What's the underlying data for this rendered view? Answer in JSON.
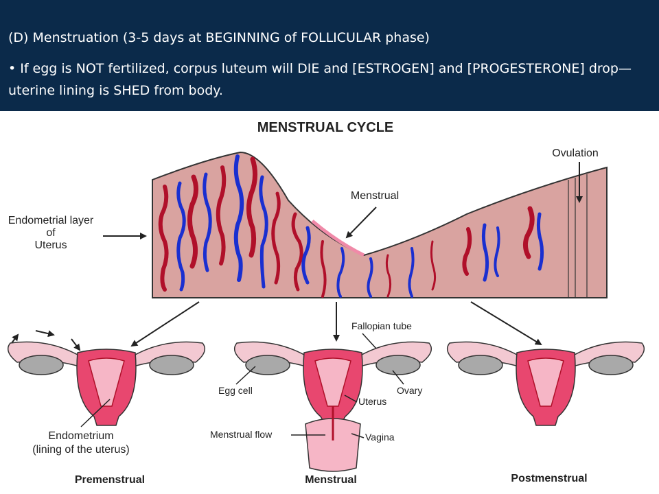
{
  "header": {
    "title": "(D) Menstruation (3-5 days at BEGINNING of FOLLICULAR phase)",
    "bullet": "If egg is NOT fertilized, corpus luteum will DIE and [ESTROGEN] and [PROGESTERONE] drop—uterine lining is SHED from body."
  },
  "diagram": {
    "title": "MENSTRUAL CYCLE",
    "labels": {
      "ovulation": "Ovulation",
      "menstrual": "Menstrual",
      "endometrial_1": "Endometrial layer",
      "endometrial_2": "of",
      "endometrial_3": "Uterus",
      "fallopian_tube": "Fallopian tube",
      "egg_cell": "Egg cell",
      "ovary": "Ovary",
      "uterus": "Uterus",
      "menstrual_flow": "Menstrual flow",
      "vagina": "Vagina",
      "endometrium_1": "Endometrium",
      "endometrium_2": "(lining of the uterus)"
    },
    "stages": [
      "Premenstrual",
      "Menstrual",
      "Postmenstrual"
    ]
  },
  "colors": {
    "header_bg": "#0b2a4a",
    "tissue": "#d9a3a0",
    "artery": "#b0102a",
    "vein": "#1a2fd0",
    "uterus_pink": "#e8476f",
    "ovary_gray": "#a9a9a9"
  }
}
